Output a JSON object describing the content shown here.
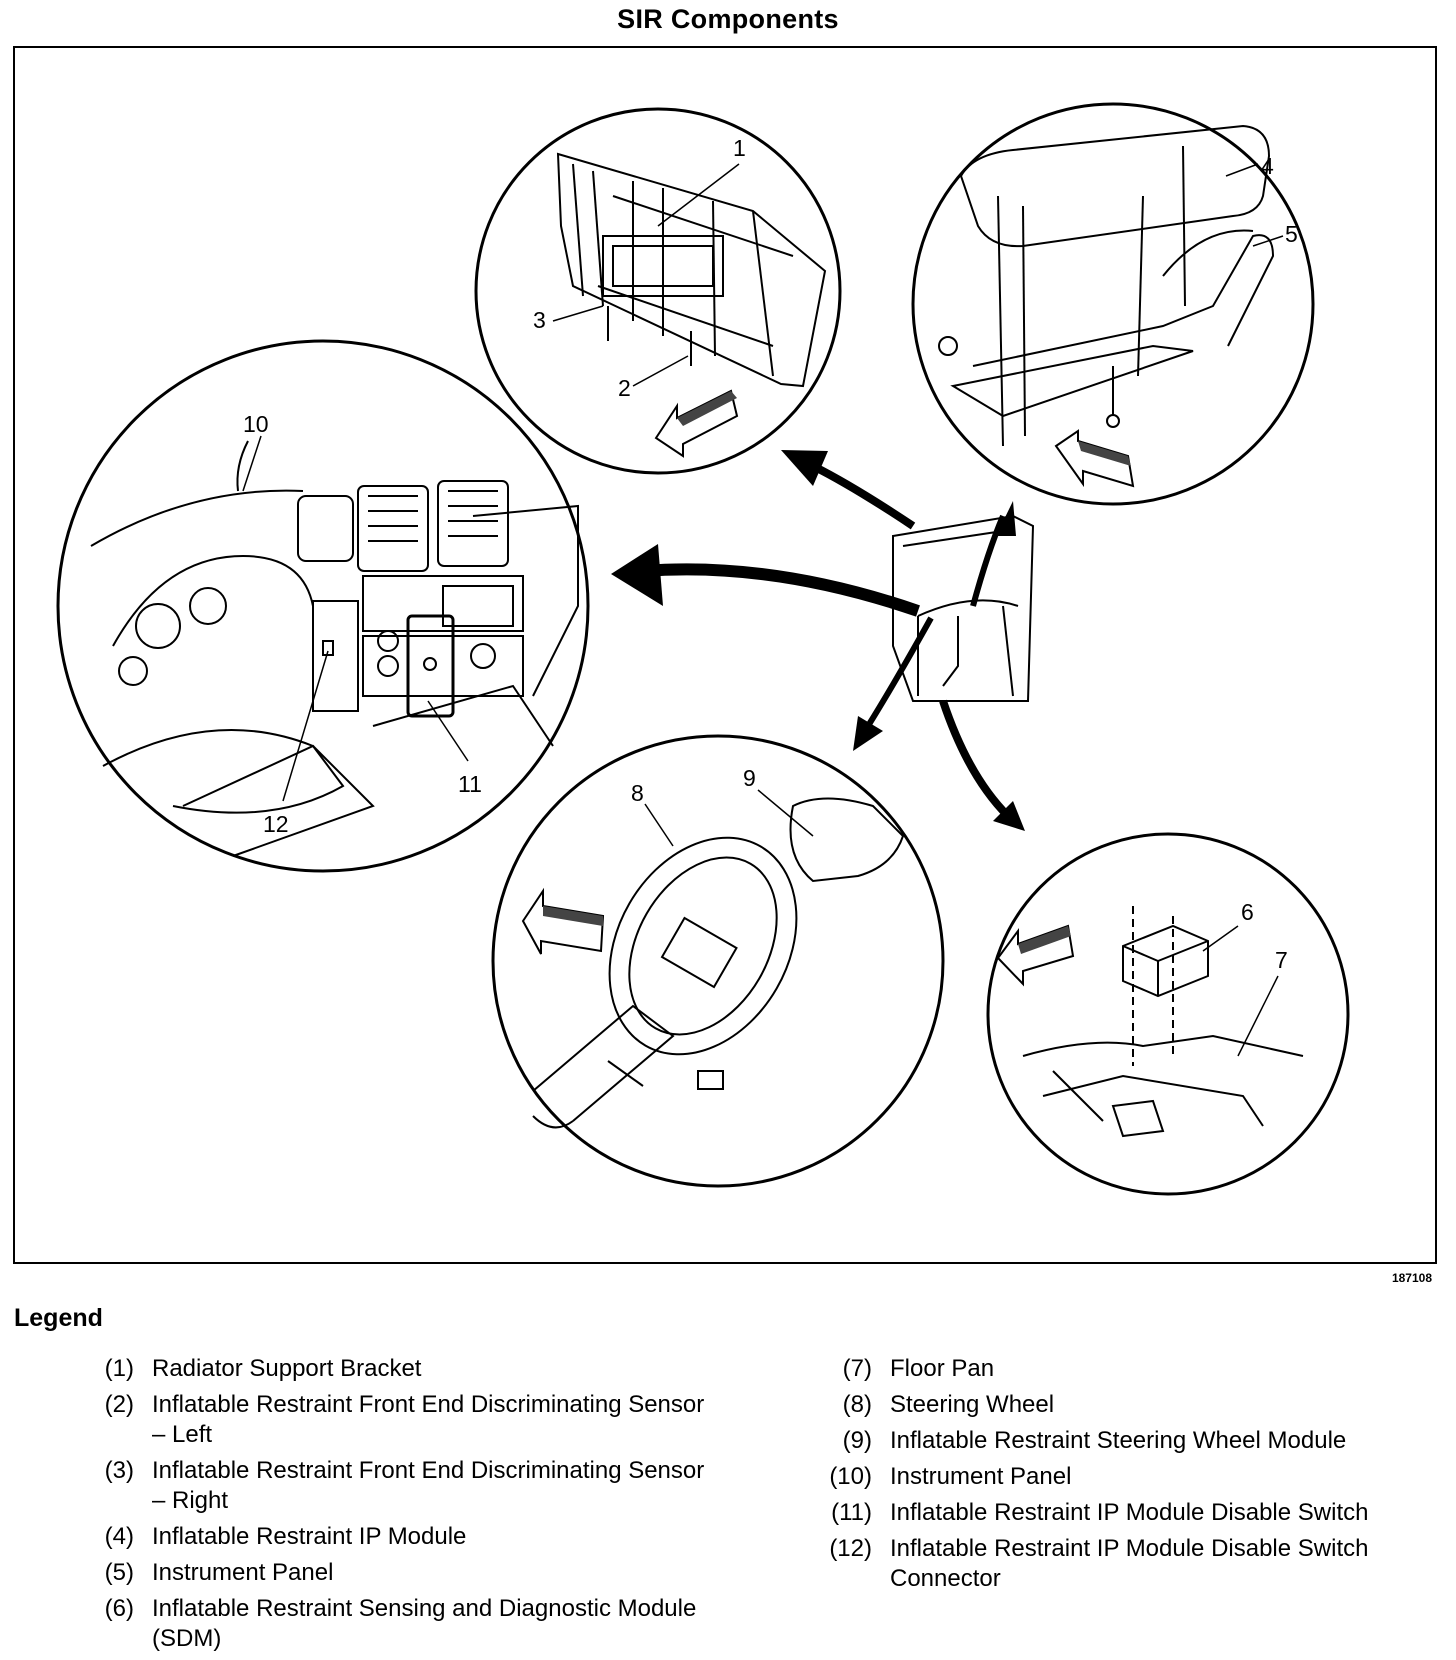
{
  "title": "SIR Components",
  "figure_id": "187108",
  "callouts": [
    "1",
    "2",
    "3",
    "4",
    "5",
    "6",
    "7",
    "8",
    "9",
    "10",
    "11",
    "12"
  ],
  "legend": {
    "title": "Legend",
    "left": [
      {
        "num": "(1)",
        "text": "Radiator Support Bracket"
      },
      {
        "num": "(2)",
        "text": "Inflatable Restraint Front End Discriminating Sensor – Left"
      },
      {
        "num": "(3)",
        "text": "Inflatable Restraint Front End Discriminating Sensor – Right"
      },
      {
        "num": "(4)",
        "text": "Inflatable Restraint IP Module"
      },
      {
        "num": "(5)",
        "text": "Instrument Panel"
      },
      {
        "num": "(6)",
        "text": "Inflatable Restraint Sensing and Diagnostic Module (SDM)"
      }
    ],
    "right": [
      {
        "num": "(7)",
        "text": "Floor Pan"
      },
      {
        "num": "(8)",
        "text": "Steering Wheel"
      },
      {
        "num": "(9)",
        "text": "Inflatable Restraint Steering Wheel Module"
      },
      {
        "num": "(10)",
        "text": "Instrument Panel"
      },
      {
        "num": "(11)",
        "text": "Inflatable Restraint IP Module Disable Switch"
      },
      {
        "num": "(12)",
        "text": "Inflatable Restraint IP Module Disable Switch Connector"
      }
    ]
  }
}
